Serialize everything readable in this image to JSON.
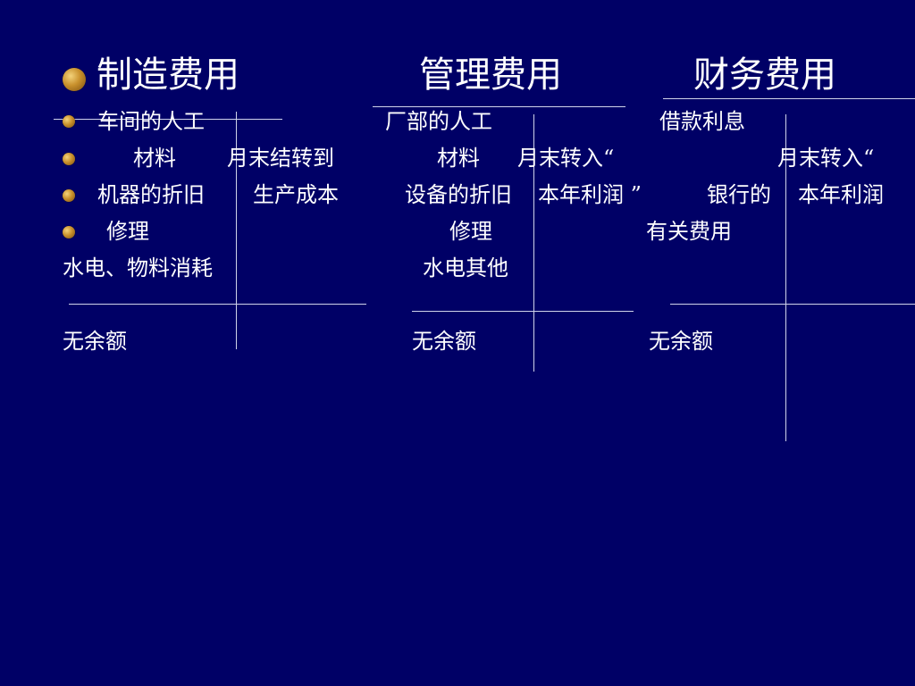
{
  "titles": {
    "manufacturing": "制造费用",
    "management": "管理费用",
    "finance": "财务费用"
  },
  "col1": {
    "labor": "车间的人工",
    "material": "材料",
    "depreciation": "机器的折旧",
    "repair": "修理",
    "utilities": "水电、物料消耗",
    "no_balance": "无余额",
    "transfer_1": "月末结转到",
    "transfer_2": "生产成本"
  },
  "col2": {
    "labor": "厂部的人工",
    "material": "材料",
    "depreciation": "设备的折旧",
    "repair": "修理",
    "utilities": "水电其他",
    "no_balance": "无余额",
    "transfer_1": "月末转入“",
    "transfer_2": "本年利润 ”"
  },
  "col3": {
    "interest": "借款利息",
    "bank": "银行的",
    "related": "有关费用",
    "no_balance": "无余额",
    "transfer_1": "月末转入“",
    "transfer_2": "本年利润"
  },
  "colors": {
    "background": "#000066",
    "text": "#ffffff",
    "lines": "#cfd3ea",
    "bullet": "#c8902c"
  }
}
